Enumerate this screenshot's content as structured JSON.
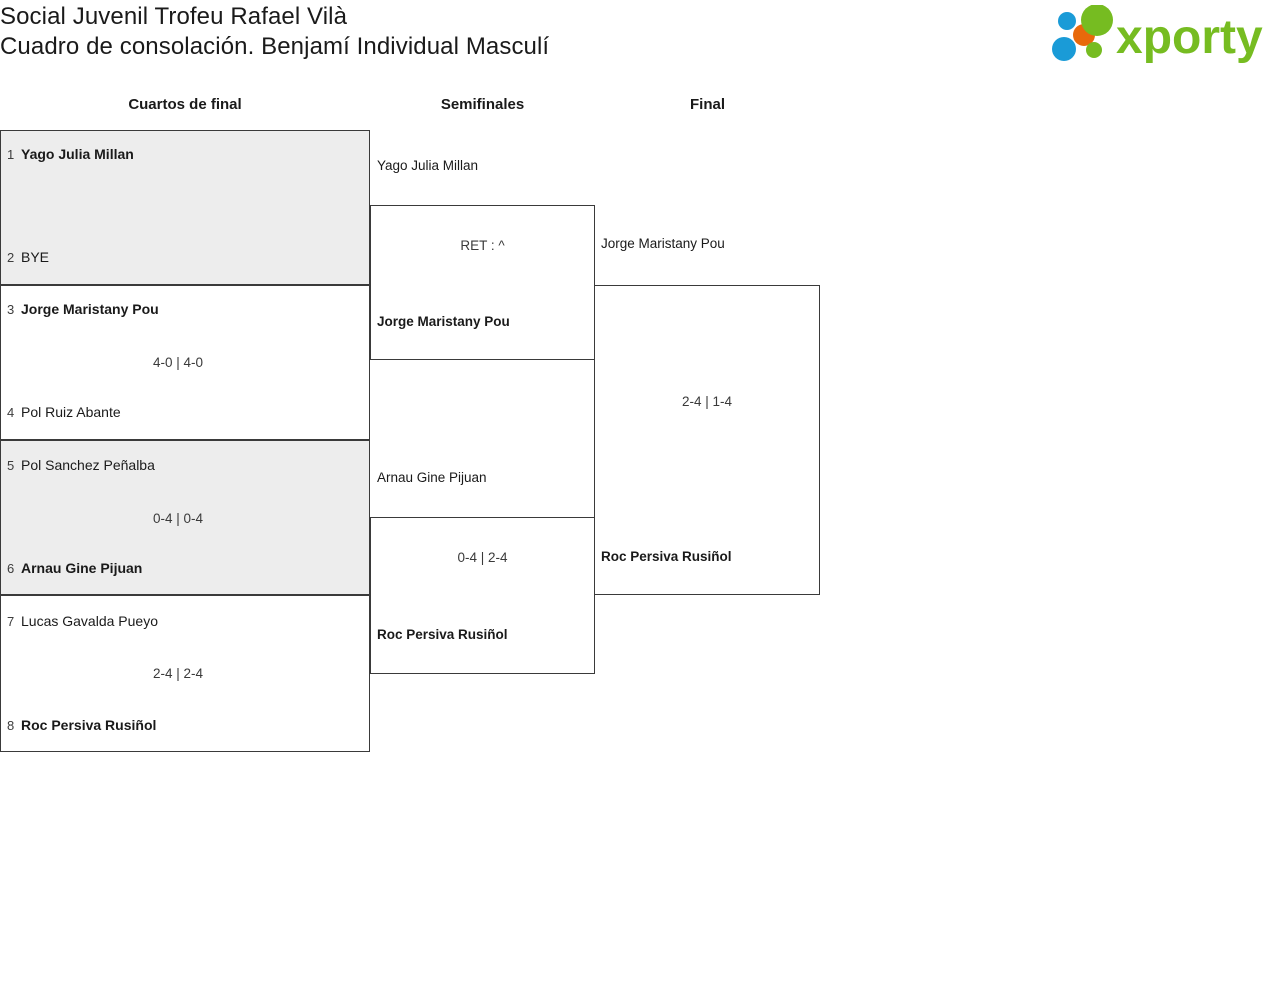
{
  "header": {
    "title_line1": "Social Juvenil Trofeu Rafael Vilà",
    "title_line2": "Cuadro de consolación. Benjamí Individual Masculí",
    "logo_name": "xporty",
    "logo_colors": {
      "green": "#76bc21",
      "orange": "#e8690b",
      "blue": "#1a9bd7"
    }
  },
  "rounds": [
    {
      "label": "Cuartos de final"
    },
    {
      "label": "Semifinales"
    },
    {
      "label": "Final"
    }
  ],
  "bracket": {
    "quarterfinals": [
      {
        "shaded": true,
        "top": {
          "seed": "1",
          "name": "Yago Julia Millan",
          "winner": true
        },
        "bottom": {
          "seed": "2",
          "name": "BYE",
          "winner": false
        },
        "score": ""
      },
      {
        "shaded": false,
        "top": {
          "seed": "3",
          "name": "Jorge Maristany Pou",
          "winner": true
        },
        "bottom": {
          "seed": "4",
          "name": "Pol Ruiz Abante",
          "winner": false
        },
        "score": "4-0 | 4-0"
      },
      {
        "shaded": true,
        "top": {
          "seed": "5",
          "name": "Pol Sanchez Peñalba",
          "winner": false
        },
        "bottom": {
          "seed": "6",
          "name": "Arnau Gine Pijuan",
          "winner": true
        },
        "score": "0-4 | 0-4"
      },
      {
        "shaded": false,
        "top": {
          "seed": "7",
          "name": "Lucas Gavalda Pueyo",
          "winner": false
        },
        "bottom": {
          "seed": "8",
          "name": "Roc Persiva Rusiñol",
          "winner": true
        },
        "score": "2-4 | 2-4"
      }
    ],
    "semifinals": [
      {
        "top": {
          "name": "Yago Julia Millan",
          "winner": false
        },
        "bottom": {
          "name": "Jorge Maristany Pou",
          "winner": true
        },
        "score": "RET : ^"
      },
      {
        "top": {
          "name": "Arnau Gine Pijuan",
          "winner": false
        },
        "bottom": {
          "name": "Roc Persiva Rusiñol",
          "winner": true
        },
        "score": "0-4 | 2-4"
      }
    ],
    "final": [
      {
        "top": {
          "name": "Jorge Maristany Pou",
          "winner": false
        },
        "bottom": {
          "name": "Roc Persiva Rusiñol",
          "winner": true
        },
        "score": "2-4 | 1-4"
      }
    ]
  }
}
